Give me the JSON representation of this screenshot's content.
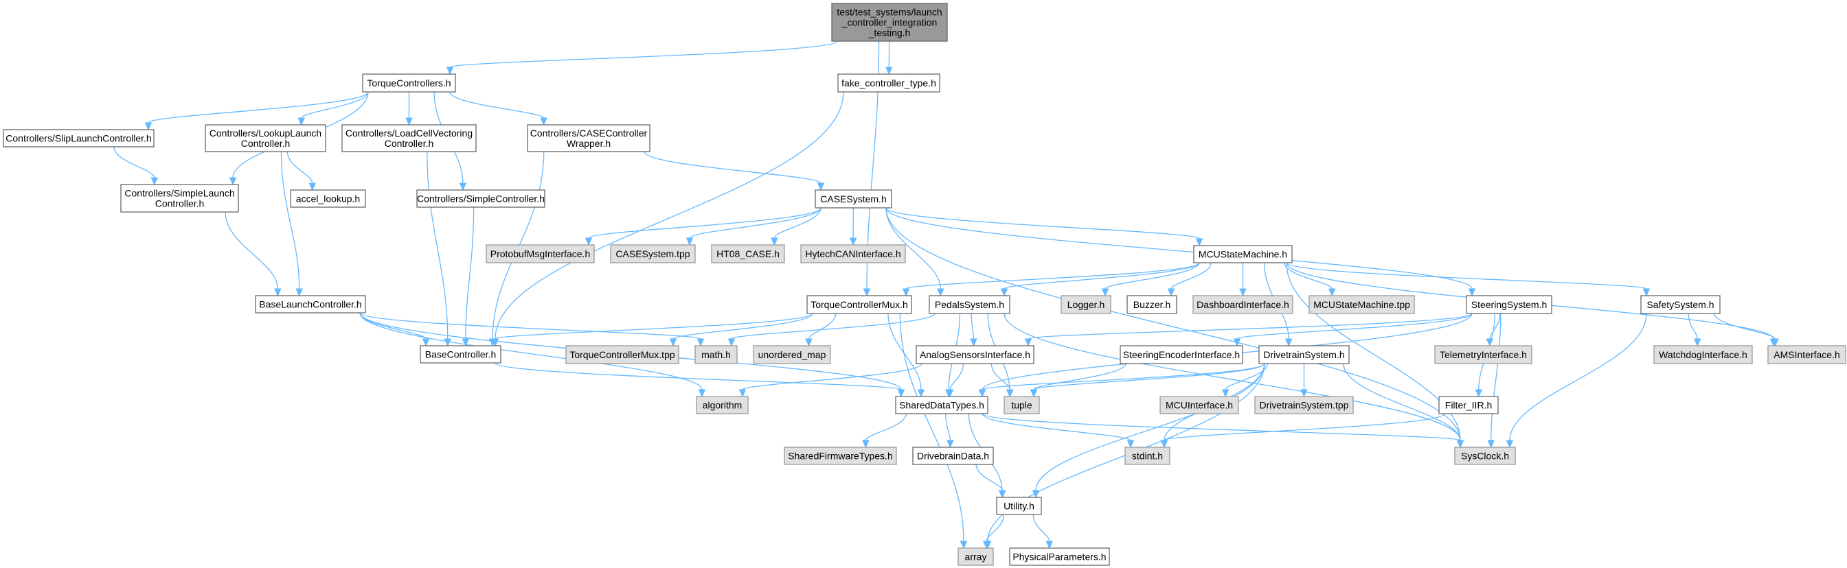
{
  "graph": {
    "title": "test/test_systems/launch_controller_integration_testing.h",
    "colors": {
      "edge": "#63b8ff",
      "root_fill": "#999999",
      "external_fill": "#e0e0e0",
      "documented_fill": "#ffffff"
    },
    "nodes": [
      {
        "id": "root",
        "kind": "root",
        "lines": [
          "test/test_systems/launch",
          "_controller_integration",
          "_testing.h"
        ]
      },
      {
        "id": "torquecontrollers",
        "kind": "doc",
        "lines": [
          "TorqueControllers.h"
        ]
      },
      {
        "id": "fake",
        "kind": "doc",
        "lines": [
          "fake_controller_type.h"
        ]
      },
      {
        "id": "sliplaunch",
        "kind": "doc",
        "lines": [
          "Controllers/SlipLaunchController.h"
        ]
      },
      {
        "id": "lookuplaunch",
        "kind": "doc",
        "lines": [
          "Controllers/LookupLaunch",
          "Controller.h"
        ]
      },
      {
        "id": "loadcell",
        "kind": "doc",
        "lines": [
          "Controllers/LoadCellVectoring",
          "Controller.h"
        ]
      },
      {
        "id": "casewrapper",
        "kind": "doc",
        "lines": [
          "Controllers/CASEController",
          "Wrapper.h"
        ]
      },
      {
        "id": "simplelaunch",
        "kind": "doc",
        "lines": [
          "Controllers/SimpleLaunch",
          "Controller.h"
        ]
      },
      {
        "id": "accel",
        "kind": "doc",
        "lines": [
          "accel_lookup.h"
        ]
      },
      {
        "id": "simplecontroller",
        "kind": "doc",
        "lines": [
          "Controllers/SimpleController.h"
        ]
      },
      {
        "id": "casesystem",
        "kind": "doc",
        "lines": [
          "CASESystem.h"
        ]
      },
      {
        "id": "protobuf",
        "kind": "ext",
        "lines": [
          "ProtobufMsgInterface.h"
        ]
      },
      {
        "id": "casetpp",
        "kind": "ext",
        "lines": [
          "CASESystem.tpp"
        ]
      },
      {
        "id": "ht08",
        "kind": "ext",
        "lines": [
          "HT08_CASE.h"
        ]
      },
      {
        "id": "hytech",
        "kind": "ext",
        "lines": [
          "HytechCANInterface.h"
        ]
      },
      {
        "id": "mcusm",
        "kind": "doc",
        "lines": [
          "MCUStateMachine.h"
        ]
      },
      {
        "id": "baselaunch",
        "kind": "doc",
        "lines": [
          "BaseLaunchController.h"
        ]
      },
      {
        "id": "tcmux",
        "kind": "doc",
        "lines": [
          "TorqueControllerMux.h"
        ]
      },
      {
        "id": "pedals",
        "kind": "doc",
        "lines": [
          "PedalsSystem.h"
        ]
      },
      {
        "id": "logger",
        "kind": "ext",
        "lines": [
          "Logger.h"
        ]
      },
      {
        "id": "buzzer",
        "kind": "doc",
        "lines": [
          "Buzzer.h"
        ]
      },
      {
        "id": "dashboard",
        "kind": "ext",
        "lines": [
          "DashboardInterface.h"
        ]
      },
      {
        "id": "mcusmtpp",
        "kind": "ext",
        "lines": [
          "MCUStateMachine.tpp"
        ]
      },
      {
        "id": "steering",
        "kind": "doc",
        "lines": [
          "SteeringSystem.h"
        ]
      },
      {
        "id": "safety",
        "kind": "doc",
        "lines": [
          "SafetySystem.h"
        ]
      },
      {
        "id": "basecontroller",
        "kind": "doc",
        "lines": [
          "BaseController.h"
        ]
      },
      {
        "id": "tcmuxtpp",
        "kind": "ext",
        "lines": [
          "TorqueControllerMux.tpp"
        ]
      },
      {
        "id": "math",
        "kind": "ext",
        "lines": [
          "math.h"
        ]
      },
      {
        "id": "umap",
        "kind": "ext",
        "lines": [
          "unordered_map"
        ]
      },
      {
        "id": "analog",
        "kind": "doc",
        "lines": [
          "AnalogSensorsInterface.h"
        ]
      },
      {
        "id": "steerenc",
        "kind": "doc",
        "lines": [
          "SteeringEncoderInterface.h"
        ]
      },
      {
        "id": "drivetrain",
        "kind": "doc",
        "lines": [
          "DrivetrainSystem.h"
        ]
      },
      {
        "id": "telemetry",
        "kind": "ext",
        "lines": [
          "TelemetryInterface.h"
        ]
      },
      {
        "id": "watchdog",
        "kind": "ext",
        "lines": [
          "WatchdogInterface.h"
        ]
      },
      {
        "id": "ams",
        "kind": "ext",
        "lines": [
          "AMSInterface.h"
        ]
      },
      {
        "id": "algorithm",
        "kind": "ext",
        "lines": [
          "algorithm"
        ]
      },
      {
        "id": "shared",
        "kind": "doc",
        "lines": [
          "SharedDataTypes.h"
        ]
      },
      {
        "id": "tuple",
        "kind": "ext",
        "lines": [
          "tuple"
        ]
      },
      {
        "id": "mcuinterface",
        "kind": "ext",
        "lines": [
          "MCUInterface.h"
        ]
      },
      {
        "id": "drivetraintpp",
        "kind": "ext",
        "lines": [
          "DrivetrainSystem.tpp"
        ]
      },
      {
        "id": "filter",
        "kind": "doc",
        "lines": [
          "Filter_IIR.h"
        ]
      },
      {
        "id": "sharedfw",
        "kind": "ext",
        "lines": [
          "SharedFirmwareTypes.h"
        ]
      },
      {
        "id": "drivebrain",
        "kind": "doc",
        "lines": [
          "DrivebrainData.h"
        ]
      },
      {
        "id": "stdint",
        "kind": "ext",
        "lines": [
          "stdint.h"
        ]
      },
      {
        "id": "sysclock",
        "kind": "ext",
        "lines": [
          "SysClock.h"
        ]
      },
      {
        "id": "utility",
        "kind": "doc",
        "lines": [
          "Utility.h"
        ]
      },
      {
        "id": "array",
        "kind": "ext",
        "lines": [
          "array"
        ]
      },
      {
        "id": "physical",
        "kind": "doc",
        "lines": [
          "PhysicalParameters.h"
        ]
      }
    ],
    "edges": [
      [
        "root",
        "torquecontrollers"
      ],
      [
        "root",
        "fake"
      ],
      [
        "root",
        "tcmux"
      ],
      [
        "fake",
        "basecontroller"
      ],
      [
        "torquecontrollers",
        "sliplaunch"
      ],
      [
        "torquecontrollers",
        "simplelaunch"
      ],
      [
        "torquecontrollers",
        "lookuplaunch"
      ],
      [
        "torquecontrollers",
        "loadcell"
      ],
      [
        "torquecontrollers",
        "simplecontroller"
      ],
      [
        "torquecontrollers",
        "casewrapper"
      ],
      [
        "sliplaunch",
        "simplelaunch"
      ],
      [
        "simplelaunch",
        "baselaunch"
      ],
      [
        "lookuplaunch",
        "baselaunch"
      ],
      [
        "lookuplaunch",
        "accel"
      ],
      [
        "loadcell",
        "basecontroller"
      ],
      [
        "simplecontroller",
        "basecontroller"
      ],
      [
        "casewrapper",
        "basecontroller"
      ],
      [
        "casewrapper",
        "casesystem"
      ],
      [
        "baselaunch",
        "basecontroller"
      ],
      [
        "baselaunch",
        "math"
      ],
      [
        "baselaunch",
        "shared"
      ],
      [
        "baselaunch",
        "algorithm"
      ],
      [
        "basecontroller",
        "shared"
      ],
      [
        "casesystem",
        "protobuf"
      ],
      [
        "casesystem",
        "casetpp"
      ],
      [
        "casesystem",
        "ht08"
      ],
      [
        "casesystem",
        "hytech"
      ],
      [
        "casesystem",
        "pedals"
      ],
      [
        "casesystem",
        "mcusm"
      ],
      [
        "casesystem",
        "steering"
      ],
      [
        "casesystem",
        "sysclock"
      ],
      [
        "tcmux",
        "basecontroller"
      ],
      [
        "tcmux",
        "tcmuxtpp"
      ],
      [
        "tcmux",
        "umap"
      ],
      [
        "tcmux",
        "shared"
      ],
      [
        "tcmux",
        "array"
      ],
      [
        "pedals",
        "math"
      ],
      [
        "pedals",
        "analog"
      ],
      [
        "pedals",
        "shared"
      ],
      [
        "pedals",
        "tuple"
      ],
      [
        "pedals",
        "sysclock"
      ],
      [
        "mcusm",
        "tcmux"
      ],
      [
        "mcusm",
        "pedals"
      ],
      [
        "mcusm",
        "logger"
      ],
      [
        "mcusm",
        "buzzer"
      ],
      [
        "mcusm",
        "dashboard"
      ],
      [
        "mcusm",
        "mcusmtpp"
      ],
      [
        "mcusm",
        "drivetrain"
      ],
      [
        "mcusm",
        "safety"
      ],
      [
        "mcusm",
        "ams"
      ],
      [
        "mcusm",
        "sysclock"
      ],
      [
        "steering",
        "steerenc"
      ],
      [
        "steering",
        "analog"
      ],
      [
        "steering",
        "shared"
      ],
      [
        "steering",
        "telemetry"
      ],
      [
        "steering",
        "filter"
      ],
      [
        "steering",
        "sysclock"
      ],
      [
        "analog",
        "algorithm"
      ],
      [
        "analog",
        "shared"
      ],
      [
        "analog",
        "tuple"
      ],
      [
        "steerenc",
        "tuple"
      ],
      [
        "drivetrain",
        "shared"
      ],
      [
        "drivetrain",
        "tuple"
      ],
      [
        "drivetrain",
        "mcuinterface"
      ],
      [
        "drivetrain",
        "drivetraintpp"
      ],
      [
        "drivetrain",
        "stdint"
      ],
      [
        "drivetrain",
        "sysclock"
      ],
      [
        "drivetrain",
        "utility"
      ],
      [
        "drivetrain",
        "array"
      ],
      [
        "safety",
        "watchdog"
      ],
      [
        "safety",
        "ams"
      ],
      [
        "safety",
        "sysclock"
      ],
      [
        "filter",
        "stdint"
      ],
      [
        "shared",
        "sharedfw"
      ],
      [
        "shared",
        "drivebrain"
      ],
      [
        "shared",
        "utility"
      ],
      [
        "shared",
        "stdint"
      ],
      [
        "shared",
        "sysclock"
      ],
      [
        "drivebrain",
        "utility"
      ],
      [
        "utility",
        "array"
      ],
      [
        "utility",
        "physical"
      ]
    ]
  }
}
